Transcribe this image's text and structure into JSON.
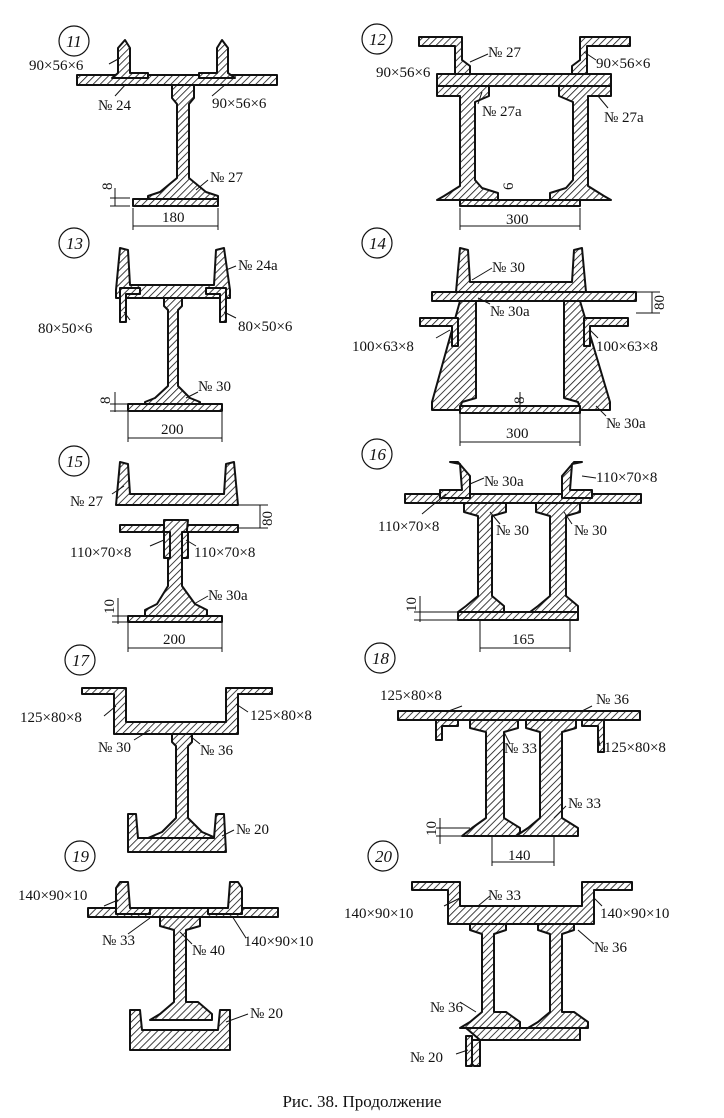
{
  "caption": "Рис. 38. Продолжение",
  "figures": {
    "f11": {
      "number": "11",
      "labels": [
        "90×56×6",
        "90×56×6",
        "№ 24",
        "№ 27"
      ],
      "dims": [
        "8",
        "180"
      ]
    },
    "f12": {
      "number": "12",
      "labels": [
        "90×56×6",
        "90×56×6",
        "№ 27",
        "№ 27а",
        "№ 27а"
      ],
      "dims": [
        "6",
        "300"
      ]
    },
    "f13": {
      "number": "13",
      "labels": [
        "№ 24а",
        "80×50×6",
        "80×50×6",
        "№ 30"
      ],
      "dims": [
        "8",
        "200"
      ]
    },
    "f14": {
      "number": "14",
      "labels": [
        "№ 30",
        "№ 30а",
        "100×63×8",
        "100×63×8",
        "№ 30а"
      ],
      "dims": [
        "80",
        "8",
        "300"
      ]
    },
    "f15": {
      "number": "15",
      "labels": [
        "№ 27",
        "110×70×8",
        "110×70×8",
        "№ 30а"
      ],
      "dims": [
        "80",
        "10",
        "200"
      ]
    },
    "f16": {
      "number": "16",
      "labels": [
        "№ 30а",
        "110×70×8",
        "110×70×8",
        "№ 30",
        "№ 30"
      ],
      "dims": [
        "10",
        "165"
      ]
    },
    "f17": {
      "number": "17",
      "labels": [
        "125×80×8",
        "125×80×8",
        "№ 30",
        "№ 36",
        "№ 20"
      ],
      "dims": []
    },
    "f18": {
      "number": "18",
      "labels": [
        "125×80×8",
        "№ 36",
        "№ 33",
        "125×80×8",
        "№ 33"
      ],
      "dims": [
        "10",
        "140"
      ]
    },
    "f19": {
      "number": "19",
      "labels": [
        "140×90×10",
        "№ 33",
        "№ 40",
        "140×90×10",
        "№ 20"
      ],
      "dims": []
    },
    "f20": {
      "number": "20",
      "labels": [
        "№ 33",
        "140×90×10",
        "140×90×10",
        "№ 36",
        "№ 36",
        "№ 20"
      ],
      "dims": []
    }
  }
}
